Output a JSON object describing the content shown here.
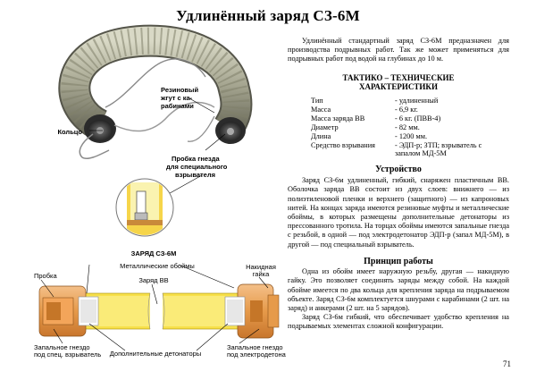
{
  "page": {
    "title": "Удлинённый заряд  СЗ-6М",
    "intro": "Удлинённый стандартный заряд СЗ-6М предназначен для производства подрывных работ. Так же может применяться для подрывных работ под водой на глубинах до 10 м.",
    "specs_heading_1": "ТАКТИКО – ТЕХНИЧЕСКИЕ",
    "specs_heading_2": "ХАРАКТЕРИСТИКИ",
    "specs": [
      {
        "key": "Тип",
        "value": "- удлиненный"
      },
      {
        "key": "Масса",
        "value": "- 6,9 кг."
      },
      {
        "key": "Масса заряда ВВ",
        "value": "- 6 кг. (ПВВ-4)"
      },
      {
        "key": "Диаметр",
        "value": "- 82 мм."
      },
      {
        "key": "Длина",
        "value": "- 1200 мм."
      },
      {
        "key": "Средство взрывания",
        "value": "- ЭДП-р; ЗТП; взрыватель с запалом МД-5М"
      }
    ],
    "section_device_title": "Устройство",
    "section_device_text": "Заряд СЗ-6м удлиненный, гибкий, снаряжен пластичным ВВ. Оболочка заряда ВВ состоит из двух слоев: внижнего — из полиэтиленовой пленки и верхнего (защитного) — из капроновых нитей. На концах заряда имеются резиновые муфты и металлические обоймы, в которых размещены дополнительные детонаторы из прессованного тротила. На торцах обоймы имеются запальные гнезда с резьбой, в одной — под электродетонатор ЭДП-р (запал МД-5М), в другой — под специальный взрыватель.",
    "section_principle_title": "Принцип работы",
    "section_principle_text_1": "Одна из обойм имеет наружную резьбу, другая — накидную гайку. Это позволяет соединять заряды между собой. На каждой обойме имеется по два кольца для крепления заряда на подрываемом объекте. Заряд СЗ-6м комплектуется шнурами с карабинами (2 шт. на заряд) и анкерами (2 шт. на 5 зарядов).",
    "section_principle_text_2": "Заряд СЗ-6м гибкий, что обеспечивает удобство крепления на подрываемых элементах сложной конфигурации.",
    "page_number": "71"
  },
  "illustration": {
    "label_ring": "Кольцо",
    "label_rubber_1": "Резиновый",
    "label_rubber_2": "жгут с ка-",
    "label_rubber_3": "рабинами",
    "label_plug_1": "Пробка гнезда",
    "label_plug_2": "для специального",
    "label_plug_3": "взрывателя",
    "diagram_title": "ЗАРЯД  СЗ-6М",
    "label_metal_holders": "Металлические обоймы",
    "label_plug": "Пробка",
    "label_charge_vv": "Заряд ВВ",
    "label_nut_1": "Накидная",
    "label_nut_2": "гайка",
    "label_socket_1": "Запальное гнездо",
    "label_socket_2": "под спец. взрыватель",
    "label_extra_det": "Дополнительные детонаторы",
    "label_socket_r_1": "Запальное гнездо",
    "label_socket_r_2": "под электродетонатор"
  }
}
